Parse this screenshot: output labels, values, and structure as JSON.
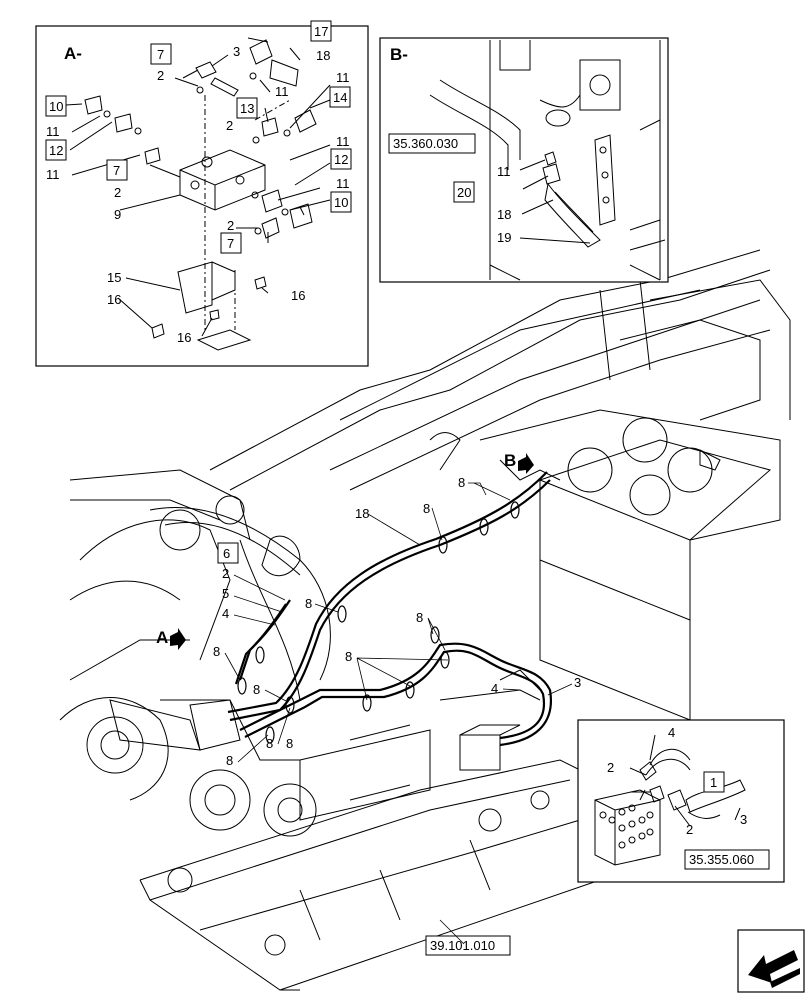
{
  "insets": {
    "a": {
      "title": "A-"
    },
    "b": {
      "title": "B-"
    }
  },
  "view_arrows": {
    "a": "A",
    "b": "B"
  },
  "callouts": {
    "a_7a": "7",
    "a_3": "3",
    "a_17": "17",
    "a_18": "18",
    "a_2a": "2",
    "a_11a": "11",
    "a_10a": "10",
    "a_13": "13",
    "a_11b": "11",
    "a_14": "14",
    "a_11c": "11",
    "a_12a": "12",
    "a_2b": "2",
    "a_11d": "11",
    "a_7b": "7",
    "a_11e": "11",
    "a_12b": "12",
    "a_2c": "2",
    "a_11f": "11",
    "a_9": "9",
    "a_2d": "2",
    "a_10b": "10",
    "a_7c": "7",
    "a_15": "15",
    "a_16a": "16",
    "a_16b": "16",
    "a_16c": "16",
    "b_11": "11",
    "b_20": "20",
    "b_18": "18",
    "b_19": "19",
    "m_8a": "8",
    "m_8b": "8",
    "m_18": "18",
    "m_6": "6",
    "m_2": "2",
    "m_5": "5",
    "m_4": "4",
    "m_8c": "8",
    "m_8d": "8",
    "m_8e": "8",
    "m_8f": "8",
    "m_8g": "8",
    "m_8h": "8",
    "m_8i": "8",
    "m_4b": "4",
    "m_3": "3",
    "m_8j": "8",
    "c_4": "4",
    "c_2a": "2",
    "c_1": "1",
    "c_2b": "2",
    "c_3": "3"
  },
  "references": {
    "b_ref": "35.360.030",
    "detail_ref": "35.355.060",
    "frame_ref": "39.101.010"
  },
  "icons": {
    "nav": "previous-page-arrow-icon"
  }
}
